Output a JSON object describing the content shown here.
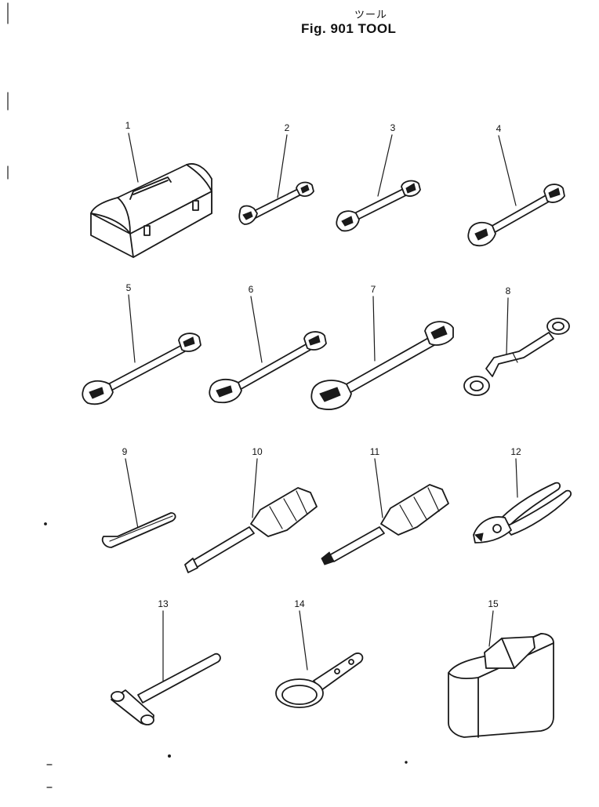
{
  "header": {
    "title_jp": "ツール",
    "title_en": "Fig. 901  TOOL"
  },
  "callouts": {
    "n1": "1",
    "n2": "2",
    "n3": "3",
    "n4": "4",
    "n5": "5",
    "n6": "6",
    "n7": "7",
    "n8": "8",
    "n9": "9",
    "n10": "10",
    "n11": "11",
    "n12": "12",
    "n13": "13",
    "n14": "14",
    "n15": "15"
  }
}
